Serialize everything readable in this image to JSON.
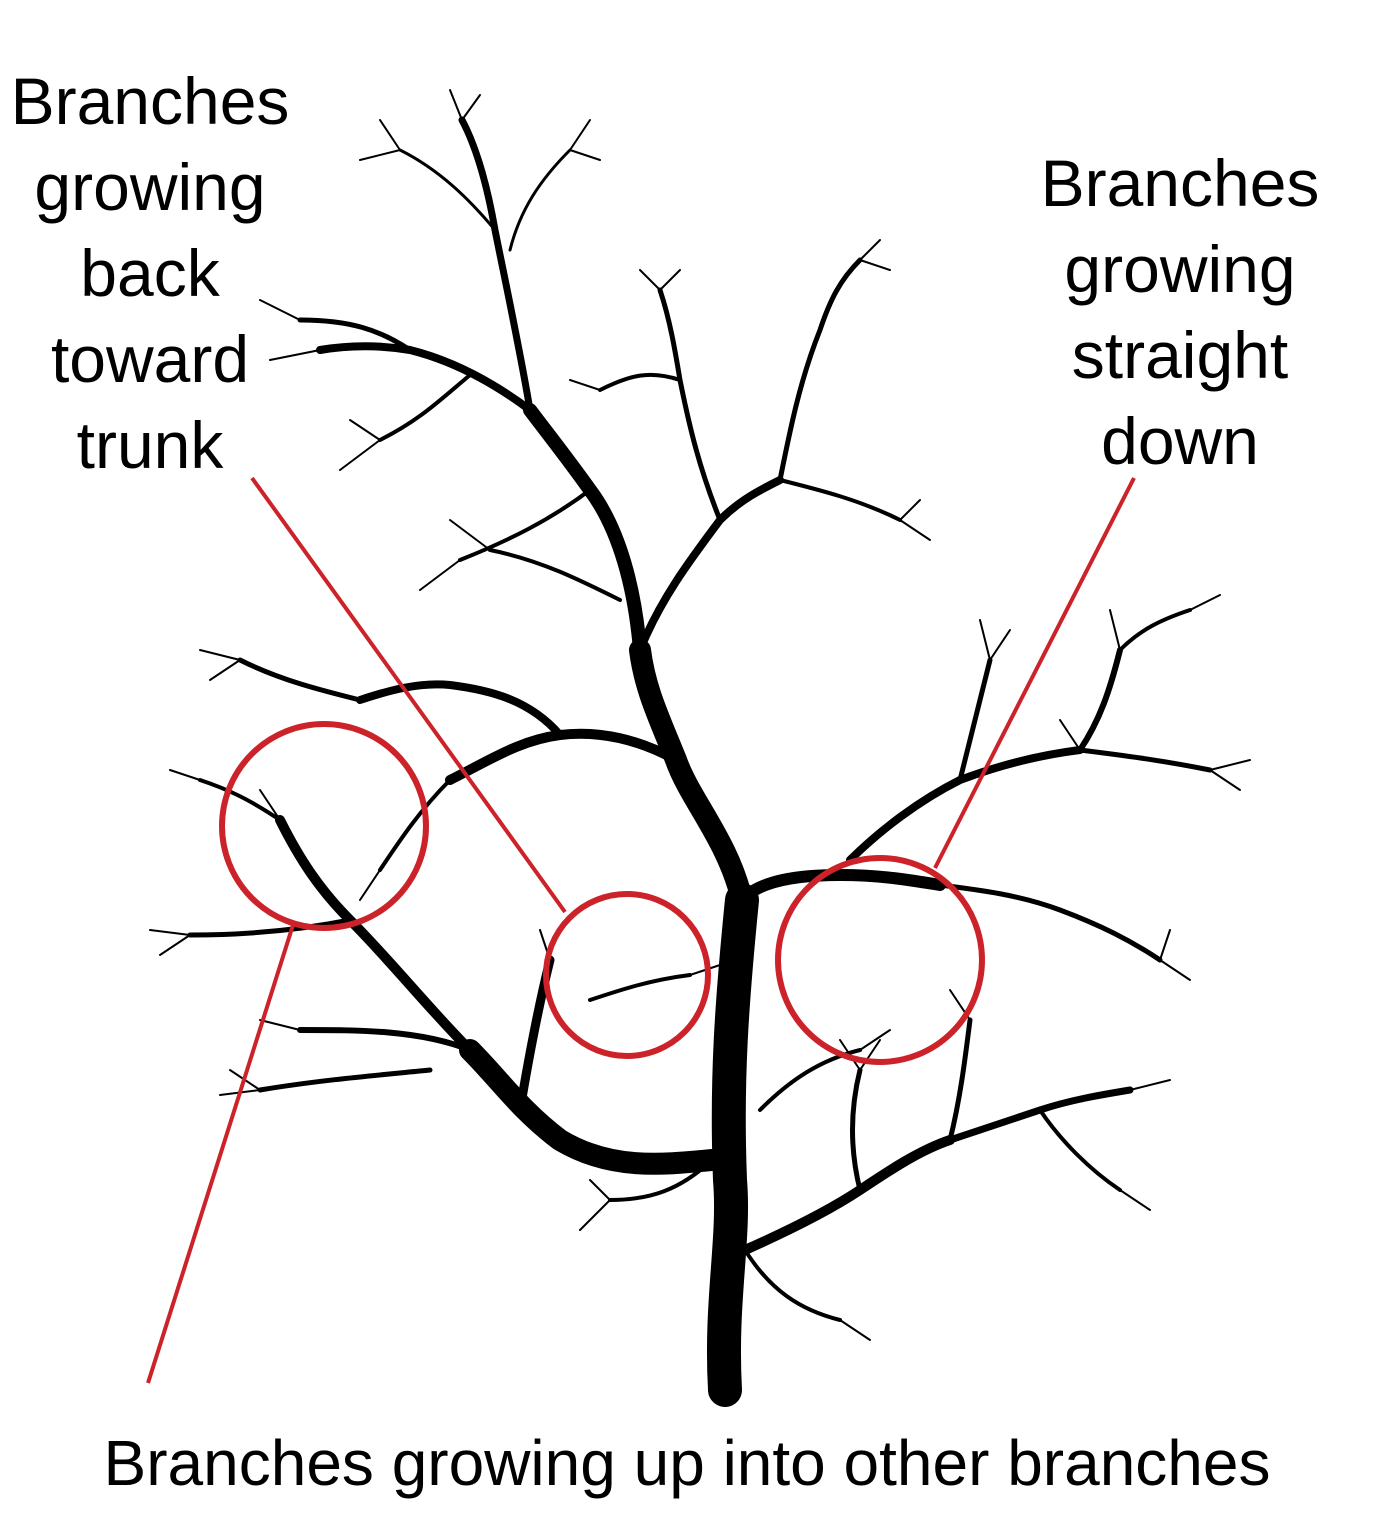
{
  "labels": {
    "back_toward_trunk": [
      "Branches",
      "growing",
      "back",
      "toward",
      "trunk"
    ],
    "straight_down": [
      "Branches",
      "growing",
      "straight",
      "down"
    ],
    "up_into_other": "Branches growing up into other branches"
  },
  "colors": {
    "tree": "#000000",
    "annotation": "#cc2229",
    "background": "#ffffff"
  }
}
